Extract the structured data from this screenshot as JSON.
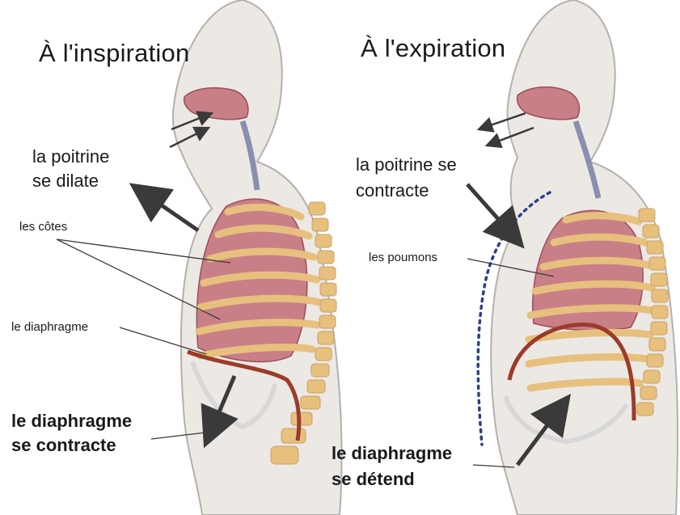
{
  "left_panel": {
    "title": "À l'inspiration",
    "chest_line1": "la poitrine",
    "chest_line2": "se dilate",
    "ribs": "les côtes",
    "diaphragm": "le diaphragme",
    "diaphragm_action_line1": "le diaphragme",
    "diaphragm_action_line2": "se contracte"
  },
  "right_panel": {
    "title": "À l'expiration",
    "chest_line1": "la poitrine se",
    "chest_line2": "contracte",
    "lungs": "les poumons",
    "diaphragm_action_line1": "le diaphragme",
    "diaphragm_action_line2": "se détend"
  },
  "colors": {
    "body_fill": "#ece8e4",
    "body_outline": "#b5b0ab",
    "lung": "#c97f88",
    "rib": "#e7c07e",
    "diaphragm": "#9b3b2a",
    "arrow": "#3a3a3a",
    "dotted_line": "#2f3e8a"
  }
}
